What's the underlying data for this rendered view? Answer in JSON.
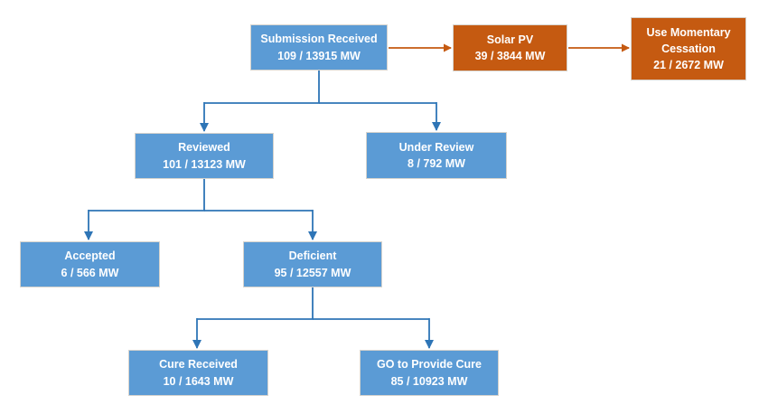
{
  "diagram": {
    "type": "flowchart",
    "colors": {
      "node_blue_fill": "#5b9bd5",
      "node_orange_fill": "#c55a11",
      "node_border": "#d6d3cd",
      "connector_blue": "#2e75b6",
      "connector_orange": "#c55a11",
      "text": "#ffffff",
      "background": "#ffffff"
    },
    "nodes": {
      "submission_received": {
        "label": "Submission Received",
        "value": "109 / 13915 MW",
        "color": "blue"
      },
      "solar_pv": {
        "label": "Solar PV",
        "value": "39 / 3844 MW",
        "color": "orange"
      },
      "use_momentary_cessation": {
        "label": "Use Momentary Cessation",
        "value": "21 / 2672 MW",
        "color": "orange"
      },
      "reviewed": {
        "label": "Reviewed",
        "value": "101 / 13123 MW",
        "color": "blue"
      },
      "under_review": {
        "label": "Under Review",
        "value": "8 / 792 MW",
        "color": "blue"
      },
      "accepted": {
        "label": "Accepted",
        "value": "6 / 566 MW",
        "color": "blue"
      },
      "deficient": {
        "label": "Deficient",
        "value": "95 / 12557 MW",
        "color": "blue"
      },
      "cure_received": {
        "label": "Cure Received",
        "value": "10 / 1643 MW",
        "color": "blue"
      },
      "go_to_provide_cure": {
        "label": "GO to Provide Cure",
        "value": "85 / 10923 MW",
        "color": "blue"
      }
    },
    "edges": [
      {
        "from": "submission_received",
        "to": "solar_pv",
        "color": "orange"
      },
      {
        "from": "solar_pv",
        "to": "use_momentary_cessation",
        "color": "orange"
      },
      {
        "from": "submission_received",
        "to": "reviewed",
        "color": "blue"
      },
      {
        "from": "submission_received",
        "to": "under_review",
        "color": "blue"
      },
      {
        "from": "reviewed",
        "to": "accepted",
        "color": "blue"
      },
      {
        "from": "reviewed",
        "to": "deficient",
        "color": "blue"
      },
      {
        "from": "deficient",
        "to": "cure_received",
        "color": "blue"
      },
      {
        "from": "deficient",
        "to": "go_to_provide_cure",
        "color": "blue"
      }
    ]
  }
}
